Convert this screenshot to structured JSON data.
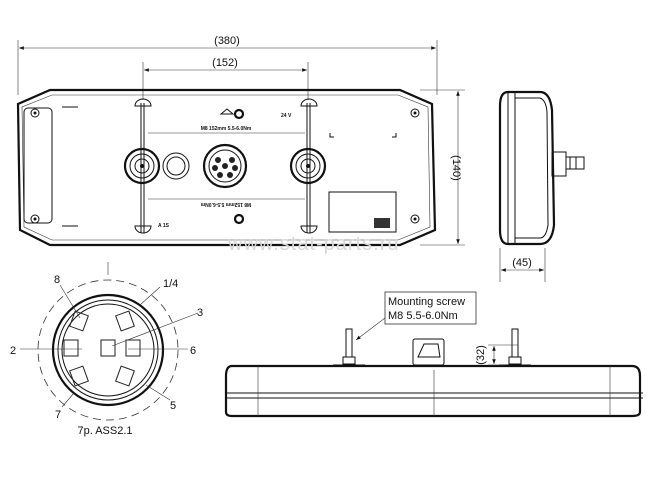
{
  "dimensions": {
    "overall_length": "(380)",
    "mount_spacing": "(152)",
    "height": "(140)",
    "depth": "(45)",
    "stud_length": "(32)"
  },
  "rear_view_labels": {
    "voltage": "24 V",
    "torque_top": "M8 152mm 5.5-6.0Nm",
    "torque_bottom": "M8 152mm 5.5-6.0Nm",
    "marking": "A 1S"
  },
  "callout": {
    "line1": "Mounting screw",
    "line2": "M8  5.5-6.0Nm"
  },
  "connector": {
    "pins": [
      "8",
      "1/4",
      "3",
      "2",
      "6",
      "5",
      "7"
    ],
    "caption": "7p. ASS2.1"
  },
  "watermark": "www.stat-parts.ru"
}
